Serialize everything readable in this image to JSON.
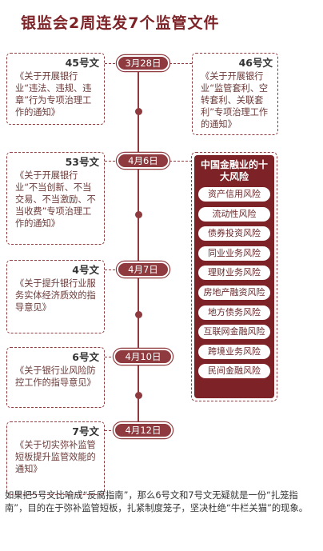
{
  "title": "银监会2周连发7个监管文件",
  "dates": [
    "3月28日",
    "4月6日",
    "4月7日",
    "4月10日",
    "4月12日"
  ],
  "documents": [
    {
      "num": "45号文",
      "title": "《关于开展银行业“违法、违规、违章”行为专项治理工作的通知》"
    },
    {
      "num": "46号文",
      "title": "《关于开展银行业“监管套利、空转套利、关联套利”专项治理工作的通知》"
    },
    {
      "num": "53号文",
      "title": "《关于开展银行业“不当创新、不当交易、不当激励、不当收费”专项治理工作的通知》"
    },
    {
      "num": "4号文",
      "title": "《关于提升银行业服务实体经济质效的指导意见》"
    },
    {
      "num": "6号文",
      "title": "《关于银行业风险防控工作的指导意见》"
    },
    {
      "num": "7号文",
      "title": "《关于切实弥补监管短板提升监管效能的通知》"
    }
  ],
  "risk_panel": {
    "title": "中国金融业的十大风险",
    "items": [
      "资产信用风险",
      "流动性风险",
      "债券投资风险",
      "同业业务风险",
      "理财业务风险",
      "房地产融资风险",
      "地方债务风险",
      "互联网金融风险",
      "跨境业务风险",
      "民间金融风险"
    ]
  },
  "footer": "如果把5号文比喻成“反腐指南”，那么6号文和7号文无疑就是一份“扎笼指南”，目的在于弥补监管短板，扎紧制度笼子，坚决杜绝“牛栏关猫”的现象。"
}
